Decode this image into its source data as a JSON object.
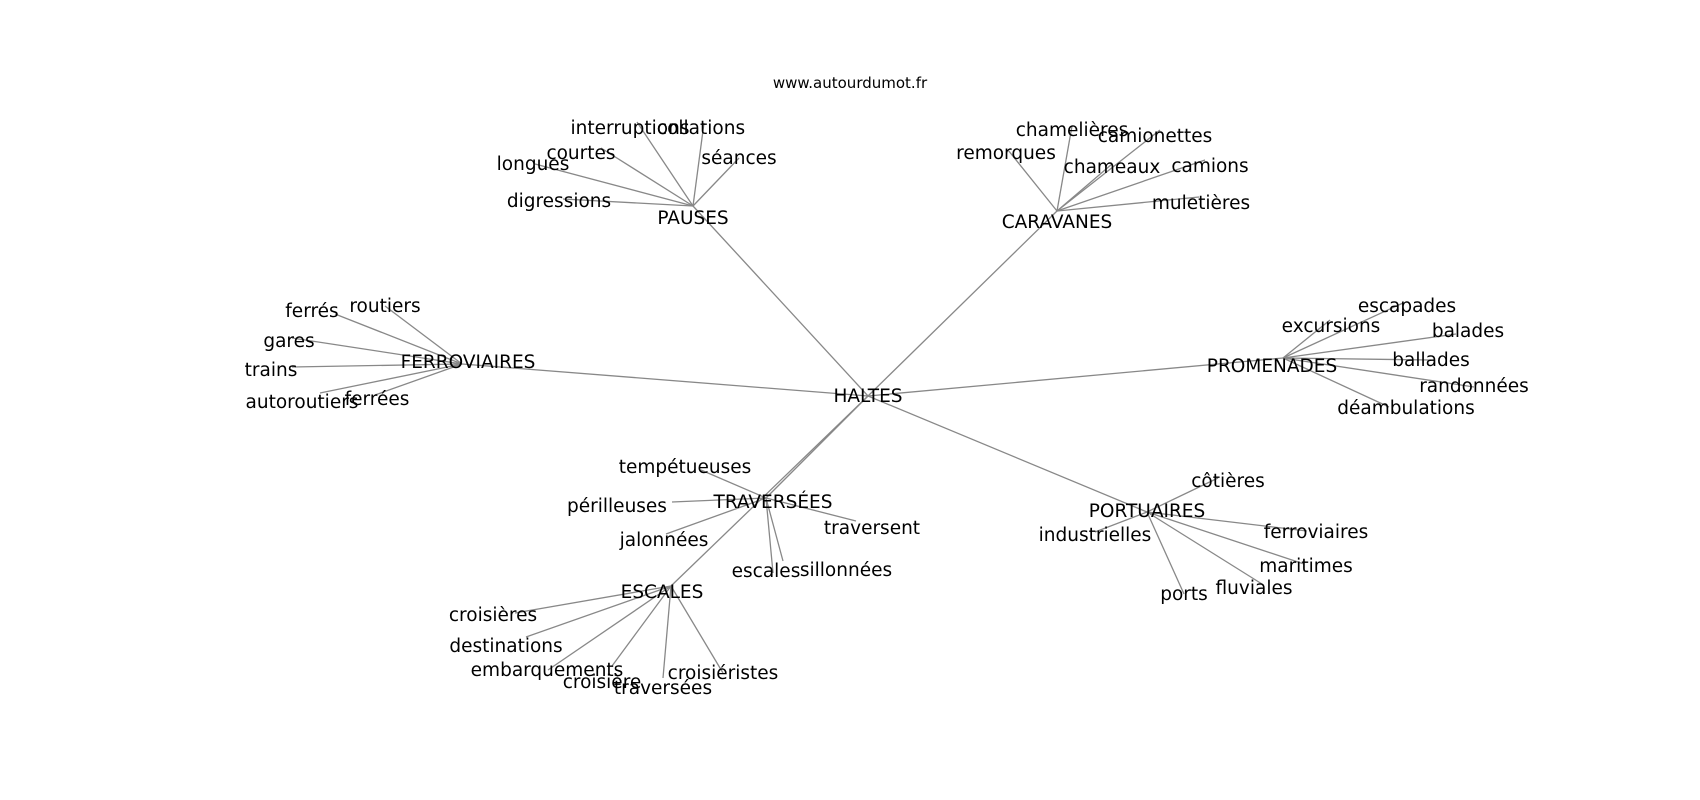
{
  "header": {
    "site": "www.autourdumot.fr"
  },
  "graph": {
    "root": "HALTES",
    "groups": [
      {
        "hub": "PAUSES",
        "leaves": [
          "interruptions",
          "collations",
          "courtes",
          "séances",
          "longues",
          "digressions"
        ]
      },
      {
        "hub": "CARAVANES",
        "leaves": [
          "chamelières",
          "camionettes",
          "remorques",
          "chameaux",
          "camions",
          "muletières"
        ]
      },
      {
        "hub": "FERROVIAIRES",
        "leaves": [
          "ferrés",
          "routiers",
          "gares",
          "trains",
          "autoroutiers",
          "ferrées"
        ]
      },
      {
        "hub": "PROMENADES",
        "leaves": [
          "escapades",
          "excursions",
          "balades",
          "ballades",
          "randonnées",
          "déambulations"
        ]
      },
      {
        "hub": "TRAVERSÉES",
        "leaves": [
          "tempétueuses",
          "périlleuses",
          "jalonnées",
          "traversent",
          "escales",
          "sillonnées"
        ]
      },
      {
        "hub": "PORTUAIRES",
        "leaves": [
          "côtières",
          "industrielles",
          "ferroviaires",
          "maritimes",
          "fluviales",
          "ports"
        ]
      },
      {
        "hub": "ESCALES",
        "leaves": [
          "croisières",
          "destinations",
          "embarquements",
          "croisière",
          "traversées",
          "croisiéristes"
        ]
      }
    ]
  }
}
